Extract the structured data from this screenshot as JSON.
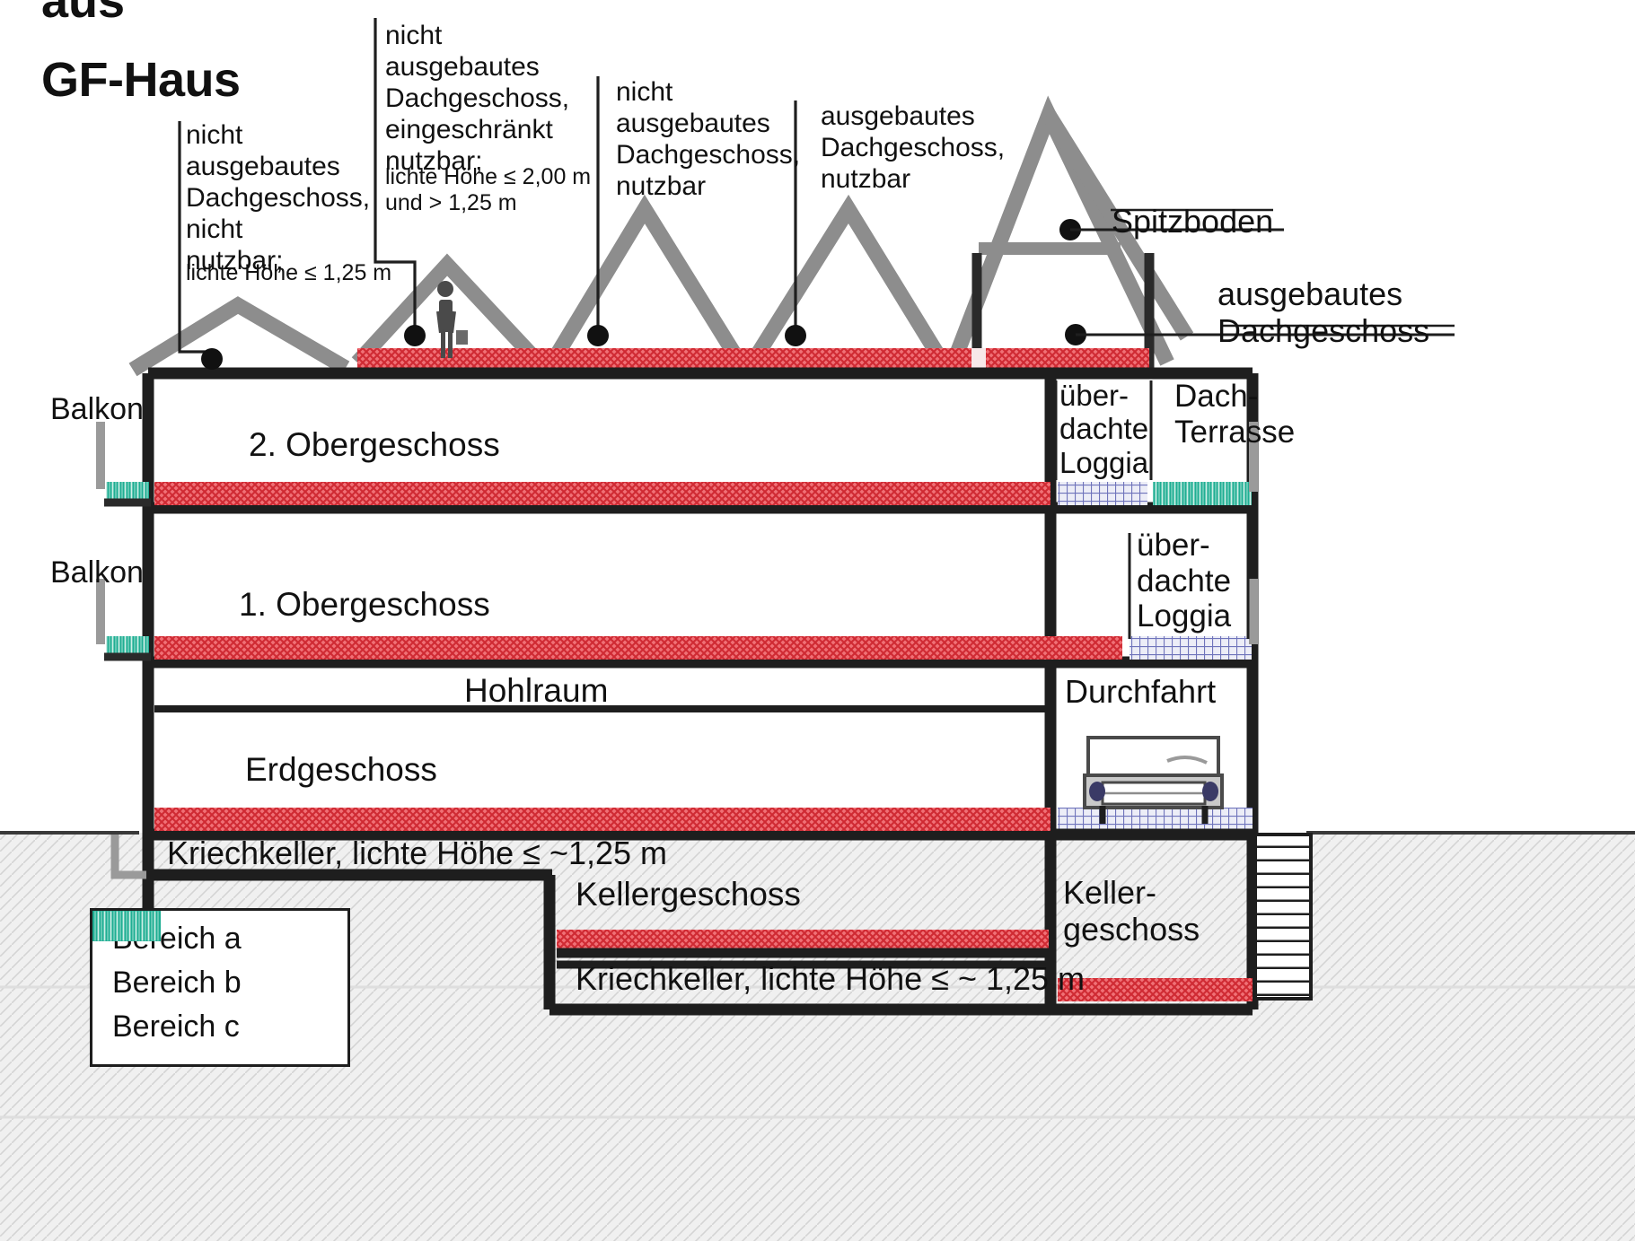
{
  "title": {
    "clipped_top": "aus",
    "main": "GF-Haus"
  },
  "callouts": [
    {
      "id": "attic-not-usable",
      "main": "nicht\nausgebautes\nDachgeschoss,\nnicht\nnutzbar;",
      "detail": "lichte Höhe ≤ 1,25 m"
    },
    {
      "id": "attic-limited",
      "main": "nicht\nausgebautes\nDachgeschoss,\neingeschränkt\nnutzbar;",
      "detail": "lichte Höhe ≤ 2,00 m\nund > 1,25 m"
    },
    {
      "id": "attic-usable",
      "main": "nicht\nausgebautes\nDachgeschoss,\nnutzbar",
      "detail": ""
    },
    {
      "id": "attic-converted",
      "main": "ausgebautes\nDachgeschoss,\nnutzbar",
      "detail": ""
    }
  ],
  "right_labels": {
    "spitzboden": "Spitzboden",
    "ausgebautes_dachgeschoss": "ausgebautes\nDachgeschoss",
    "loggia_upper": "über-\ndachte\nLoggia",
    "dach_terrasse": "Dach-\nTerrasse",
    "loggia_lower": "über-\ndachte\nLoggia",
    "durchfahrt": "Durchfahrt",
    "kellergeschoss_right": "Keller-\ngeschoss"
  },
  "left_labels": {
    "balkon_upper": "Balkon",
    "balkon_lower": "Balkon"
  },
  "floors": {
    "og2": "2. Obergeschoss",
    "og1": "1. Obergeschoss",
    "hohlraum": "Hohlraum",
    "erdgeschoss": "Erdgeschoss",
    "kriechkeller_upper": "Kriechkeller, lichte Höhe ≤ ~1,25 m",
    "kellergeschoss": "Kellergeschoss",
    "kriechkeller_lower": "Kriechkeller, lichte Höhe ≤  ~ 1,25 m"
  },
  "legend": {
    "items": [
      {
        "label": "Bereich a",
        "swatch": "bereich-a",
        "color": "#e8464c"
      },
      {
        "label": "Bereich b",
        "swatch": "bereich-b",
        "color": "#7b7fc4"
      },
      {
        "label": "Bereich c",
        "swatch": "bereich-c",
        "color": "#3dbda3"
      }
    ]
  },
  "colors": {
    "wall": "#1e1e1e",
    "roof": "#8d8d8d",
    "ground": "#eeeeee",
    "bereich_a": "#e8464c",
    "bereich_b": "#7b7fc4",
    "bereich_c": "#3dbda3"
  }
}
